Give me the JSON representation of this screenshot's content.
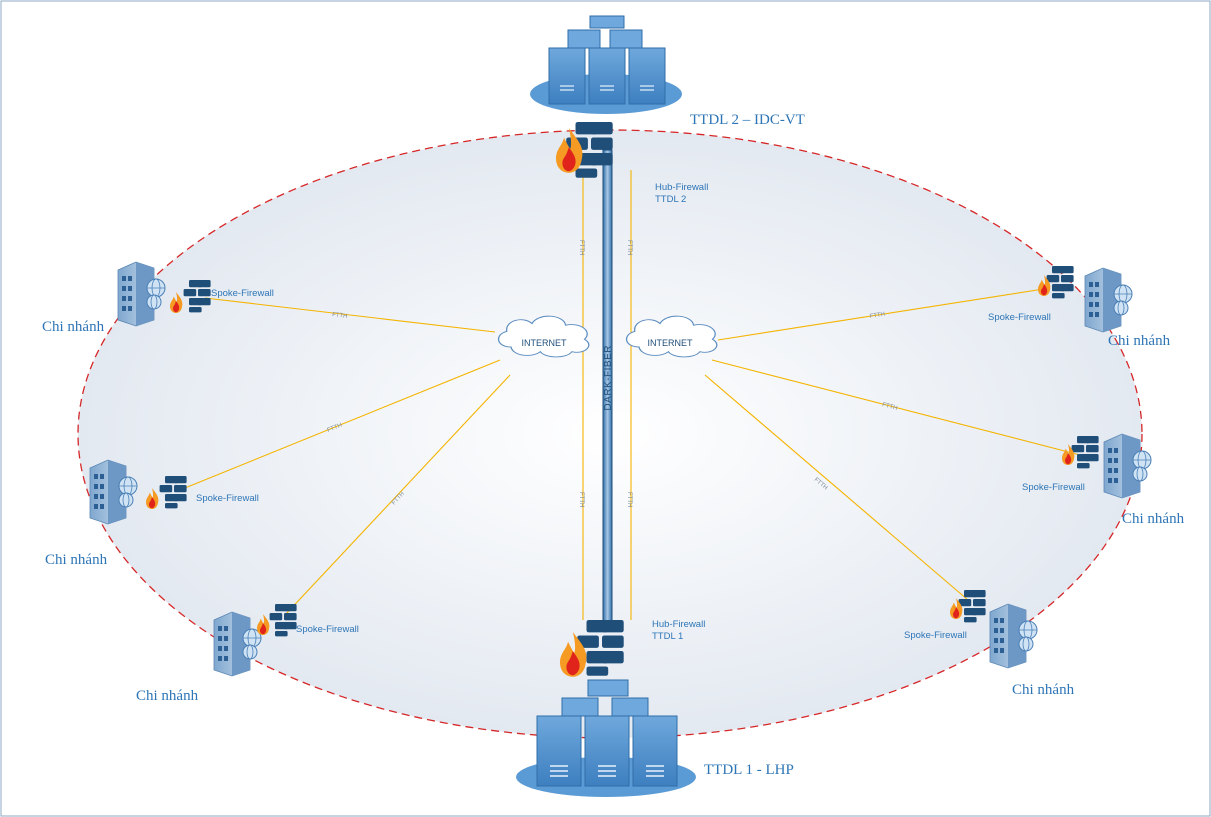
{
  "sites": {
    "top": {
      "title": "TTDL 2 – IDC-VT",
      "firewall_line1": "Hub-Firewall",
      "firewall_line2": "TTDL 2"
    },
    "bottom": {
      "title": "TTDL 1 - LHP",
      "firewall_line1": "Hub-Firewall",
      "firewall_line2": "TTDL 1"
    }
  },
  "clouds": {
    "left": "INTERNET",
    "right": "INTERNET"
  },
  "dark_fiber": "DARK-FIBER",
  "link_label": "FTTH",
  "branches": [
    {
      "label": "Chi nhánh",
      "firewall": "Spoke-Firewall"
    },
    {
      "label": "Chi nhánh",
      "firewall": "Spoke-Firewall"
    },
    {
      "label": "Chi nhánh",
      "firewall": "Spoke-Firewall"
    },
    {
      "label": "Chi nhánh",
      "firewall": "Spoke-Firewall"
    },
    {
      "label": "Chi nhánh",
      "firewall": "Spoke-Firewall"
    },
    {
      "label": "Chi nhánh",
      "firewall": "Spoke-Firewall"
    }
  ],
  "colors": {
    "ring": "#d62728",
    "link": "#f5b400",
    "dark_fiber": "#1f4e79",
    "firewall": "#1f4e79",
    "server": "#5b9bd5",
    "flame_outer": "#f59b23",
    "flame_inner": "#e0241c"
  }
}
